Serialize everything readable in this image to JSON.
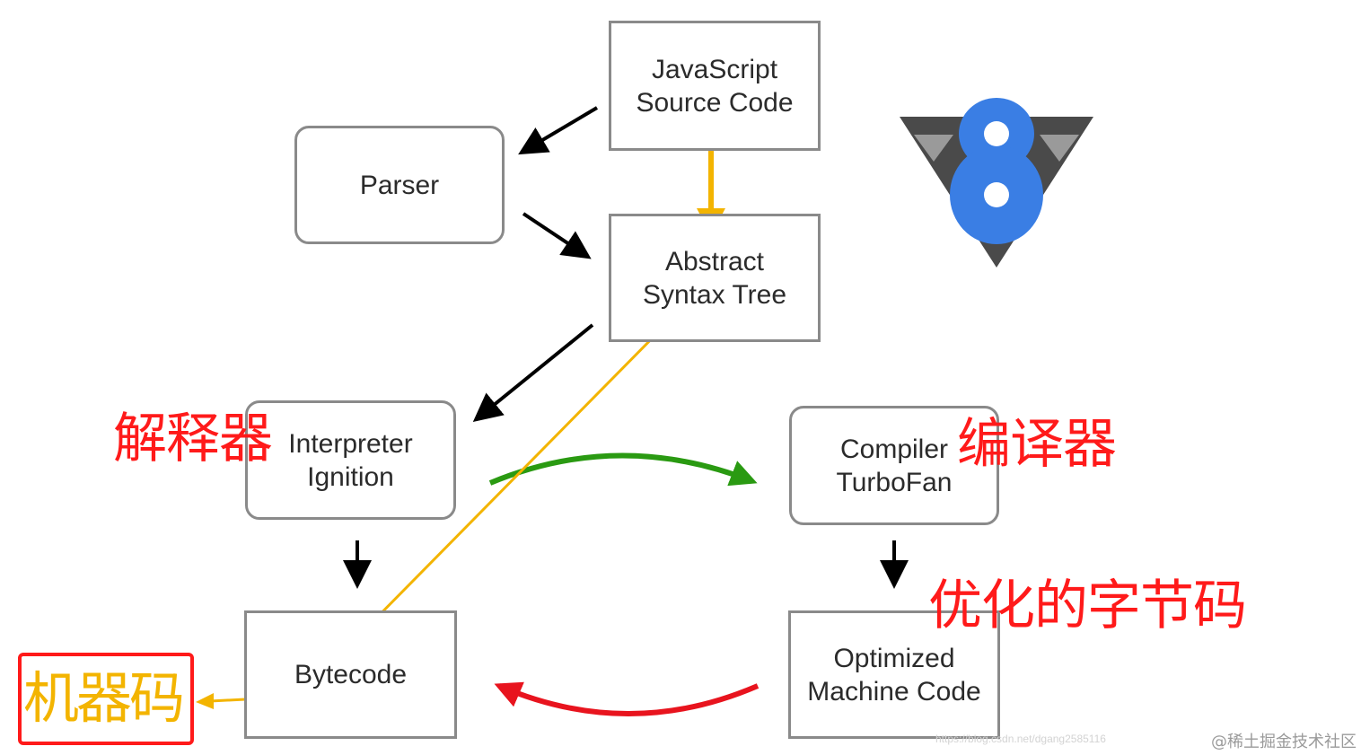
{
  "nodes": {
    "source": [
      "JavaScript",
      "Source Code"
    ],
    "parser": [
      "Parser"
    ],
    "ast": [
      "Abstract",
      "Syntax Tree"
    ],
    "interpreter": [
      "Interpreter",
      "Ignition"
    ],
    "compiler": [
      "Compiler",
      "TurboFan"
    ],
    "bytecode": [
      "Bytecode"
    ],
    "optimized": [
      "Optimized",
      "Machine Code"
    ]
  },
  "annotations": {
    "interpreter_label": "解释器",
    "compiler_label": "编译器",
    "optimized_label": "优化的字节码",
    "machine_code_label": "机器码"
  },
  "watermarks": {
    "url": "https://blog.csdn.net/dgang2585116",
    "site": "@稀土掘金技术社区"
  },
  "colors": {
    "box_border": "#8a8a8a",
    "annotation_red": "#ff1a1a",
    "highlight_yellow": "#f3b400",
    "green_arrow": "#2a9a12",
    "red_arrow": "#e8141e",
    "logo_blue": "#3a7ee4",
    "logo_grey": "#4a4a4a"
  },
  "logo": "v8-logo"
}
